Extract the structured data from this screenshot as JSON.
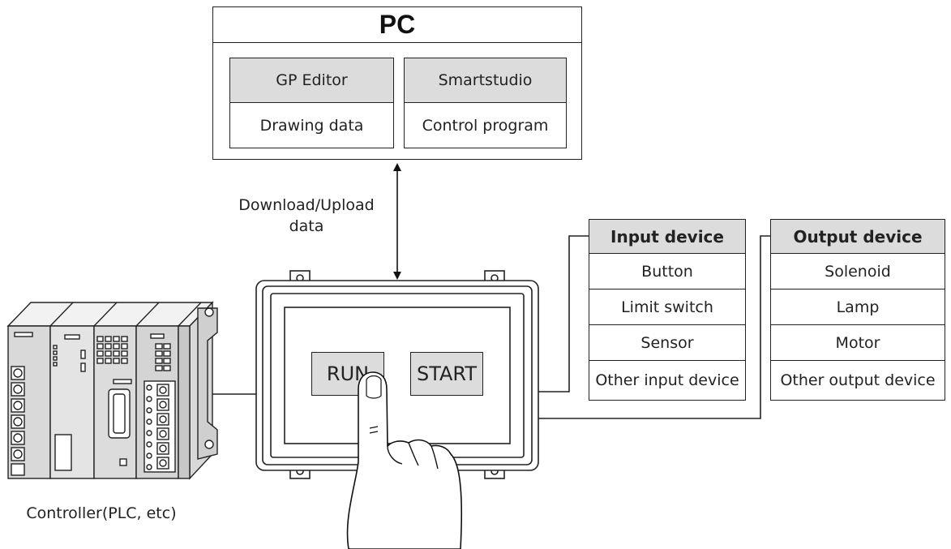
{
  "pc": {
    "title": "PC",
    "gp_editor": {
      "header": "GP Editor",
      "content": "Drawing data"
    },
    "smartstudio": {
      "header": "Smartstudio",
      "content": "Control program"
    }
  },
  "transfer_label": {
    "line1": "Download/Upload",
    "line2": "data"
  },
  "hmi": {
    "run_button": "RUN",
    "start_button": "START"
  },
  "input_device": {
    "header": "Input device",
    "items": [
      "Button",
      "Limit switch",
      "Sensor",
      "Other input device"
    ]
  },
  "output_device": {
    "header": "Output device",
    "items": [
      "Solenoid",
      "Lamp",
      "Motor",
      "Other output device"
    ]
  },
  "controller_label": "Controller(PLC, etc)"
}
